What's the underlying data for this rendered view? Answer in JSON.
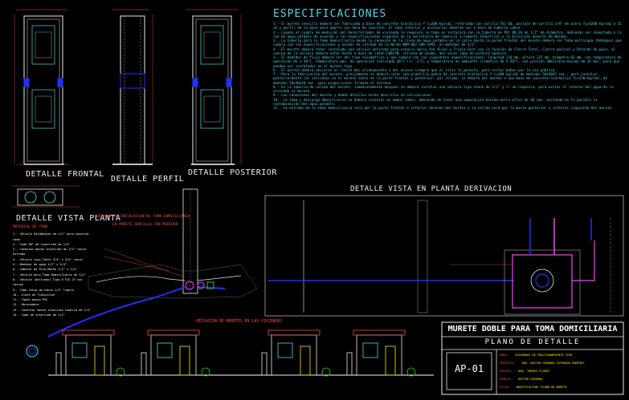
{
  "specs": {
    "title": "ESPECIFICACIONES",
    "paragraphs": [
      "1.- El murete sencillo deberá ser fabricado a base de concreto hidráulico f'c=200 kg/cm2, reforzado con varilla TEC-60, anclaje de varilla 3/8\" de acero fy=4200 kg/cm2 a 15 cm y perfil de la base para amarre con dala de concreto, el tubo interior y accesorios deberán ser a base de tubería cobre",
      "2.- Cuando el cuadro de medición del Desarrollador de vivienda lo requiera la toma se instalará con la tubería de PVC RD-26 de 1/2\" de diámetro, debiendo ser conectada a la red de agua potable de acuerdo a las especificaciones vigentes de la Secretaría de Comercio y Fomento Industrial y la Dirección General de Normas.",
      "3.- La tubería para la toma domiciliaria desde la conexión de la línea de agua potable en la calle hasta la pared frontal del murete deberá ser tubo multicapa (Rehagua) que cumpla con las especificaciones y normas de calidad de la Norma NOM-002-CNA-1995, en medidas de 1/2\".",
      "4.- El murete deberá tener instalado una válvula antirobo para usuario marca Ave Alcon y Triple Suit con la función de Cierre Total, Cierre parcial y Retardo de paso, al cuerpo de la válvula deberá estar hecho a base de latón CW617N, rellena de plomo, dos veces capa de pintura epóxica.",
      "5.- El medidor de flujo deberá ser del tipo volumétrico y que cumpla con las siguientes especificaciones: longitud 110 mm, altura 125 mm, diámetro 63 mm, con temperatura de operación de 1-30°C, temperatura máx. de operación realizada 30°C (+/- 2°C) y temperatura en ambiente climático de 5-40°C, una presión admisible máxima de 16 bar, para que puedan ser instalados en el murete tipo.",
      "6.- El murete deberá ubicarse al límite del alineamiento y del acceso siempre que el sitio lo permita, para evitar daños por la vía pública.",
      "7.- Para la fabricación del murete, previamente se deberá colar una plantilla pobre de concreto hidráulico f'c=100 kg/cm2 de medidas 50x50x5 cms., para instalar posteriormente las secciones en el murete tanto en la parte frontal y posterior, por ultimo, se deberá del murete a una base de concreto hidráulico fc=150 kg/cm2, de medidas 58x30x30 cms. para proporcionar firmeza al terreno.",
      "8.- En la tubería de salida del murete, inmediatamente después se deberá instalar una válvula tipo check de 1/2\" y 1\" se requiera, para evitar el retorno del agua de la vivienda al murete.",
      "9.- Las conexiones del murete y demás detalles están descritos en cotizaciones.",
      "10.- La toma y descarga domiciliaria se deberá instalar en ambos lados, debiendo de tener una separación mínima entre ellos de 30 cms. evitando en lo posible la contaminación del agua potable.",
      "11.- La entrada de la toma domiciliaria será por la parte frontal e inferior derecha del murete y la salida será por la parte posterior e inferior izquierda del murete."
    ]
  },
  "views": {
    "frontal": "DETALLE FRONTAL",
    "perfil": "DETALLE PERFIL",
    "posterior": "DETALLE POSTERIOR",
    "vista_planta": "DETALLE VISTA PLANTA",
    "planta_derivacion": "DETALLE VISTA EN PLANTA DERIVACION",
    "instalacion_line1": "DETALLE DE INSTALACION DE TOMA DOMICILIARIA",
    "instalacion_line2": "EN MURETE SENCILLO CON MEDIDOR",
    "ubicacion": "UBICACION DE MURETES EN LAS VIVIENDAS"
  },
  "legend": {
    "title": "MATERIAL DE TOMA",
    "items": [
      "1.- Válvula ParaBoston de 1/2\" para conectar toma",
      "2.- Codo 90° de inserción de 1/2\"",
      "3.- Conector macho inserción de 1/2\" rosca Extrema",
      "4.- Válvula tipo Check 3/4\" x 3/4\" rosca",
      "5.- Medidor de agua 1/2\" x 3/4\"",
      "6.- Cabezal de Pico Macho 1/2\" x 1/2\"",
      "7.- Válvula para Toma Domiciliaria de 1/2\"",
      "8.- Válvula (Antirobo) Tipo 6 FIG 27 con roscas",
      "9.- Tubo rosca de cobre 1/2\" ligera",
      "10.- Llave de Transición",
      "11.- Tapón macho PVC",
      "12.- Abrazadera",
      "13.- Conector macho inserción tubería de 1/2\"",
      "14.- Codo de inserción de 1/2\""
    ]
  },
  "title_block": {
    "title": "MURETE DOBLE PARA TOMA DOMICILIARIA",
    "subtitle": "PLANO DE DETALLE",
    "code": "AP-01",
    "rows": [
      {
        "k": "OBRA:",
        "v": "VIVIENDAS DE FRACCIONAMIENTO TIPO"
      },
      {
        "k": "PROYECTO:",
        "v": "ING. HECTOR GERARDO ESPINOZA RAMIREZ"
      },
      {
        "k": "REVISO:",
        "v": "ARQ. TORRES FLORES"
      },
      {
        "k": "DIBUJO:",
        "v": "HECTOR GERARDO"
      },
      {
        "k": "FECHA:",
        "v": "MODIFICACION: PLANO DE MURETE"
      }
    ]
  },
  "colors": {
    "background": "#000000",
    "cyan": "#53d6e8",
    "white": "#f0f0f0",
    "red": "#ff4b4b",
    "pipe_blue": "#2030ff",
    "magenta": "#ff40ff",
    "green": "#22d000",
    "yellow": "#ffea00"
  }
}
